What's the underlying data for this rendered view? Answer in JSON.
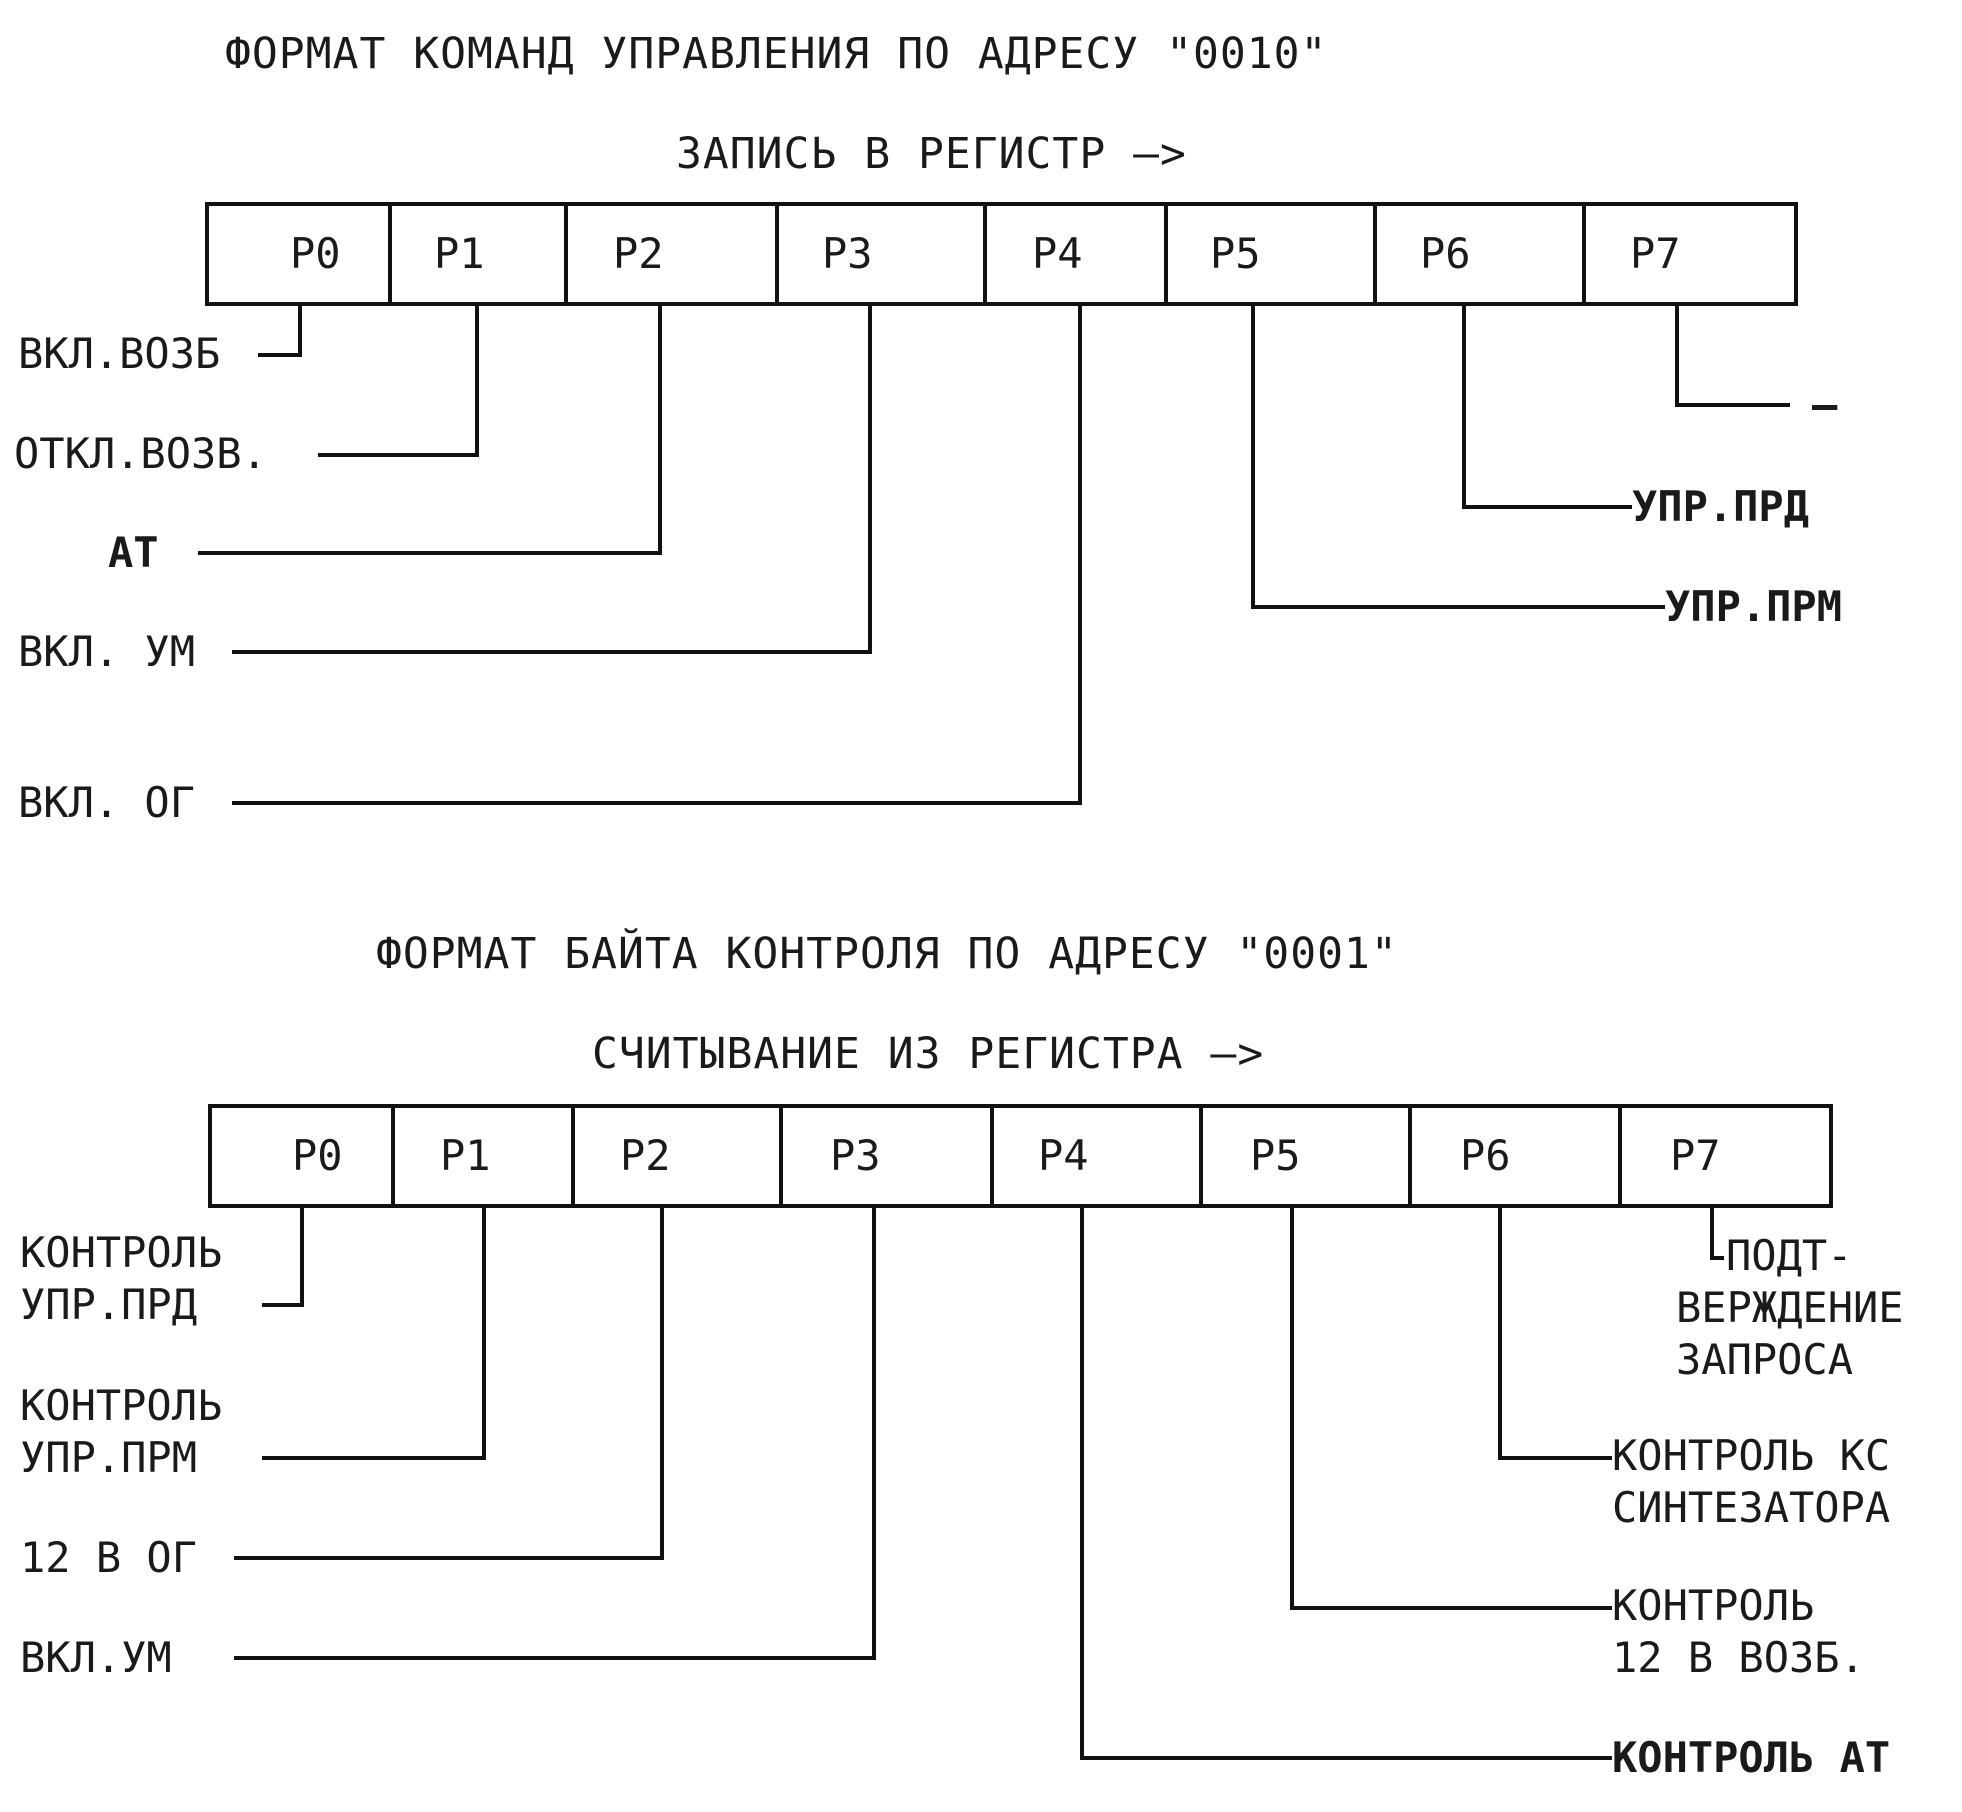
{
  "diagram": {
    "colors": {
      "ink": "#111111",
      "paper": "#ffffff"
    },
    "sections": [
      {
        "title": "ФОРМАТ КОМАНД УПРАВЛЕНИЯ ПО АДРЕСУ \"0010\"",
        "direction": "ЗАПИСЬ В РЕГИСТР —>",
        "bits": [
          "P0",
          "P1",
          "P2",
          "P3",
          "P4",
          "P5",
          "P6",
          "P7"
        ],
        "labels": {
          "p0": [
            "ВКЛ.ВОЗБ"
          ],
          "p1": [
            "ОТКЛ.ВОЗВ."
          ],
          "p2": [
            "АТ"
          ],
          "p3": [
            "ВКЛ. УМ"
          ],
          "p4": [
            "ВКЛ. ОГ"
          ],
          "p5": [
            "УПР.ПРМ"
          ],
          "p6": [
            "УПР.ПРД"
          ],
          "p7": [
            "–"
          ]
        }
      },
      {
        "title": "ФОРМАТ БАЙТА КОНТРОЛЯ ПО АДРЕСУ \"0001\"",
        "direction": "СЧИТЫВАНИЕ ИЗ РЕГИСТРА —>",
        "bits": [
          "P0",
          "P1",
          "P2",
          "P3",
          "P4",
          "P5",
          "P6",
          "P7"
        ],
        "labels": {
          "p0": [
            "КОНТРОЛЬ",
            "УПР.ПРД"
          ],
          "p1": [
            "КОНТРОЛЬ",
            "УПР.ПРМ"
          ],
          "p2": [
            "12 В ОГ"
          ],
          "p3": [
            "ВКЛ.УМ"
          ],
          "p4": [
            "КОНТРОЛЬ АТ"
          ],
          "p5": [
            "КОНТРОЛЬ",
            "12 В ВОЗБ."
          ],
          "p6": [
            "КОНТРОЛЬ КС",
            "СИНТЕЗАТОРА"
          ],
          "p7": [
            "ПОДТ-",
            "ВЕРЖДЕНИЕ",
            "ЗАПРОСА"
          ]
        }
      }
    ]
  }
}
